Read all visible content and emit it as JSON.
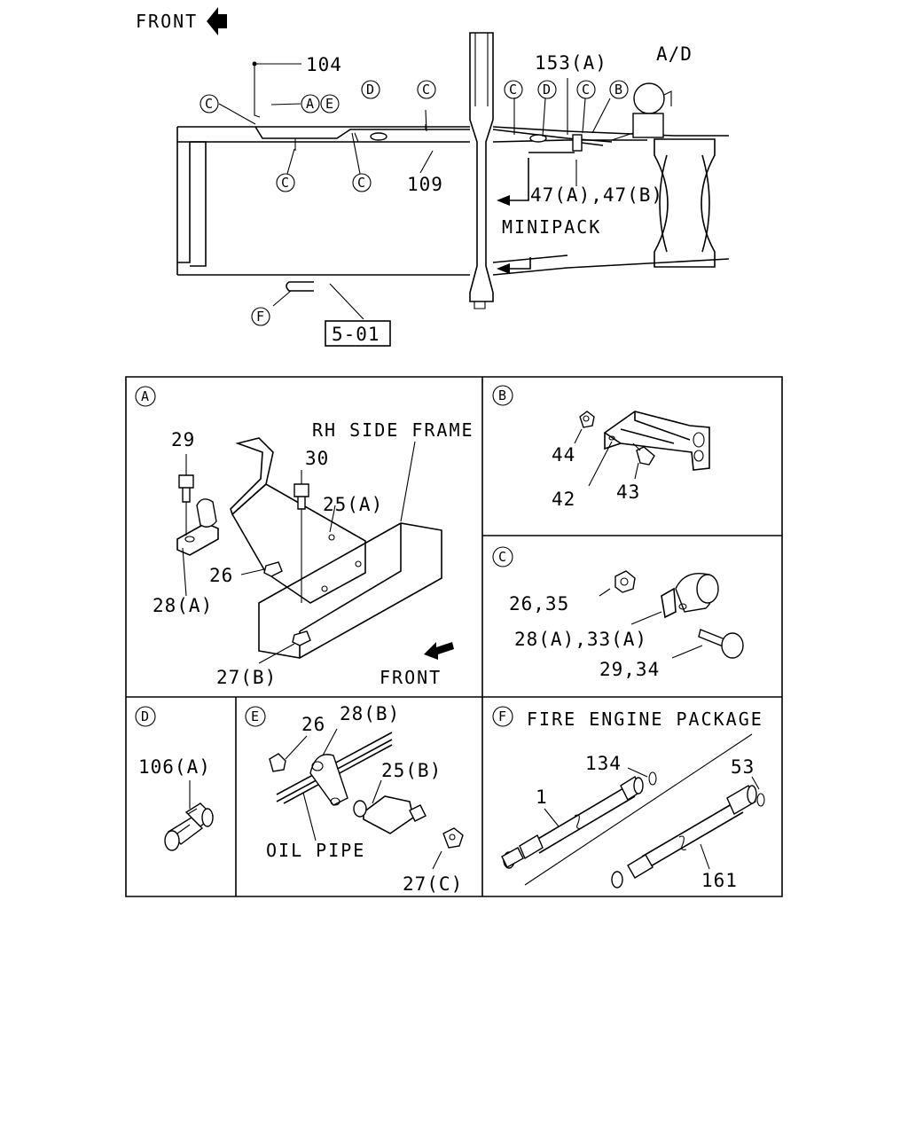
{
  "overview": {
    "front": "FRONT",
    "minipack": "MINIPACK",
    "ref_box": "5-01",
    "parts": {
      "p104": "104",
      "p109": "109",
      "p153a": "153(A)",
      "p47": "47(A),47(B)",
      "ad": "A/D"
    },
    "callouts": {
      "a": "A",
      "b": "B",
      "c": "C",
      "d": "D",
      "e": "E",
      "f": "F"
    }
  },
  "panel_a": {
    "id": "A",
    "frame_label": "RH SIDE FRAME",
    "front": "FRONT",
    "parts": [
      "29",
      "30",
      "25(A)",
      "26",
      "28(A)",
      "27(B)"
    ]
  },
  "panel_b": {
    "id": "B",
    "parts": [
      "44",
      "42",
      "43"
    ]
  },
  "panel_c": {
    "id": "C",
    "parts": [
      "26,35",
      "28(A),33(A)",
      "29,34"
    ]
  },
  "panel_d": {
    "id": "D",
    "parts": [
      "106(A)"
    ]
  },
  "panel_e": {
    "id": "E",
    "pipe_label": "OIL PIPE",
    "parts": [
      "26",
      "28(B)",
      "25(B)",
      "27(C)"
    ]
  },
  "panel_f": {
    "id": "F",
    "title": "FIRE ENGINE PACKAGE",
    "parts": [
      "134",
      "1",
      "53",
      "161"
    ]
  }
}
